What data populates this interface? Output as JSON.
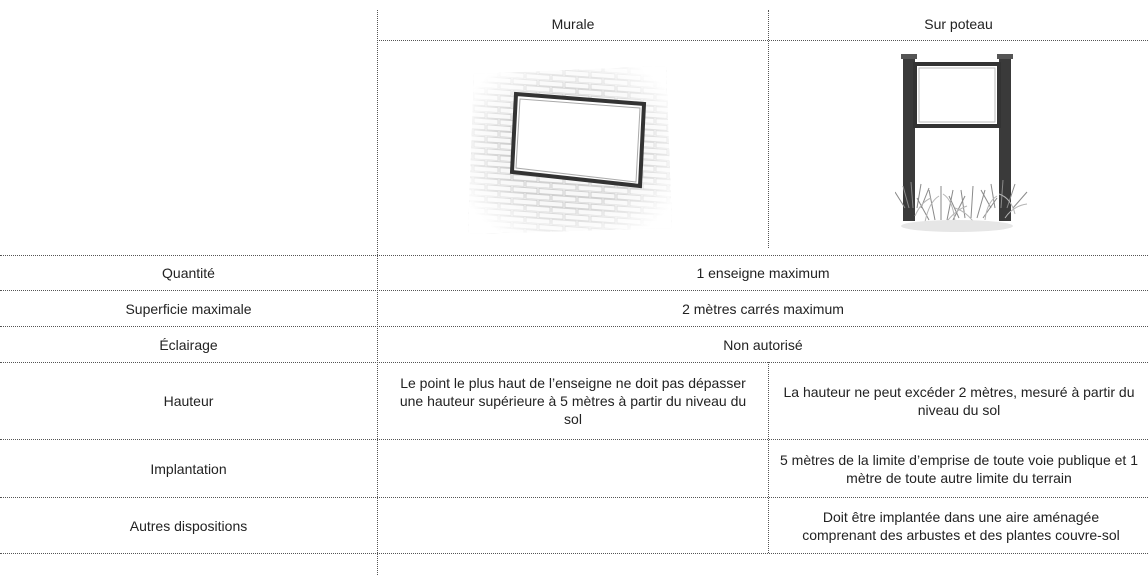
{
  "columns": {
    "murale": "Murale",
    "sur_poteau": "Sur poteau"
  },
  "illustrations": {
    "murale": "wall-sign-illustration",
    "sur_poteau": "post-sign-illustration"
  },
  "rows": [
    {
      "label": "Quantité",
      "merged": "1 enseigne maximum"
    },
    {
      "label": "Superficie maximale",
      "merged": "2 mètres carrés maximum"
    },
    {
      "label": "Éclairage",
      "merged": "Non autorisé"
    },
    {
      "label": "Hauteur",
      "murale": "Le point le plus haut de l’enseigne ne doit pas dépasser une hauteur supérieure à 5 mètres à partir du niveau du sol",
      "sur_poteau": "La hauteur ne peut excéder 2 mètres, mesuré à partir du niveau du sol"
    },
    {
      "label": "Implantation",
      "murale": "",
      "sur_poteau": "5 mètres de la limite d’emprise de toute voie publique et 1 mètre de toute autre limite du terrain"
    },
    {
      "label": "Autres dispositions",
      "murale": "",
      "sur_poteau": "Doit être implantée dans une aire aménagée comprenant des arbustes et des plantes couvre-sol"
    }
  ]
}
